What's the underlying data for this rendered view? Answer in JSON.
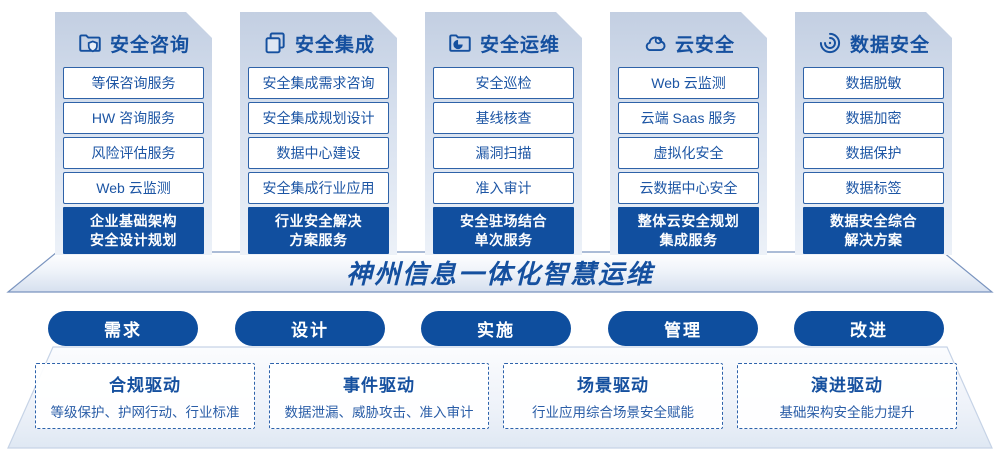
{
  "banner": {
    "title": "神州信息一体化智慧运维"
  },
  "columns": [
    {
      "title": "安全咨询",
      "icon": "folder-shield-icon",
      "items": [
        "等保咨询服务",
        "HW 咨询服务",
        "风险评估服务",
        "Web 云监测"
      ],
      "highlight_line1": "企业基础架构",
      "highlight_line2": "安全设计规划"
    },
    {
      "title": "安全集成",
      "icon": "documents-icon",
      "items": [
        "安全集成需求咨询",
        "安全集成规划设计",
        "数据中心建设",
        "安全集成行业应用"
      ],
      "highlight_line1": "行业安全解决",
      "highlight_line2": "方案服务"
    },
    {
      "title": "安全运维",
      "icon": "folder-clock-icon",
      "items": [
        "安全巡检",
        "基线核查",
        "漏洞扫描",
        "准入审计"
      ],
      "highlight_line1": "安全驻场结合",
      "highlight_line2": "单次服务"
    },
    {
      "title": "云安全",
      "icon": "cloud-icon",
      "items": [
        "Web 云监测",
        "云端 Saas 服务",
        "虚拟化安全",
        "云数据中心安全"
      ],
      "highlight_line1": "整体云安全规划",
      "highlight_line2": "集成服务"
    },
    {
      "title": "数据安全",
      "icon": "fingerprint-icon",
      "items": [
        "数据脱敏",
        "数据加密",
        "数据保护",
        "数据标签"
      ],
      "highlight_line1": "数据安全综合",
      "highlight_line2": "解决方案"
    }
  ],
  "process_steps": [
    "需求",
    "设计",
    "实施",
    "管理",
    "改进"
  ],
  "drivers": [
    {
      "title": "合规驱动",
      "desc": "等级保护、护网行动、行业标准"
    },
    {
      "title": "事件驱动",
      "desc": "数据泄漏、威胁攻击、准入审计"
    },
    {
      "title": "场景驱动",
      "desc": "行业应用综合场景安全赋能"
    },
    {
      "title": "演进驱动",
      "desc": "基础架构安全能力提升"
    }
  ],
  "colors": {
    "primary_blue": "#114f9f",
    "title_blue": "#15509f",
    "item_border": "#2e62a8",
    "panel_gradient_top": "#c3cfe2",
    "panel_gradient_bottom": "#ecf1f8"
  }
}
